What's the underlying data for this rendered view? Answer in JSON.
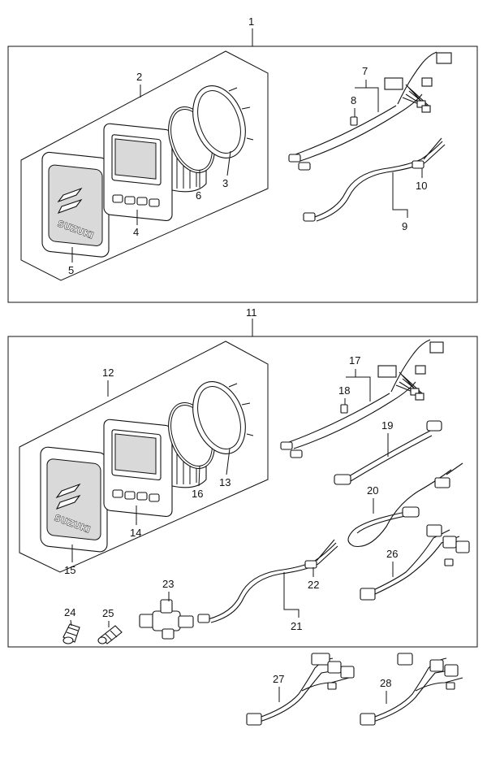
{
  "labels": {
    "l1": "1",
    "l2": "2",
    "l3": "3",
    "l4": "4",
    "l5": "5",
    "l6": "6",
    "l7": "7",
    "l8": "8",
    "l9": "9",
    "l10": "10",
    "l11": "11",
    "l12": "12",
    "l13": "13",
    "l14": "14",
    "l15": "15",
    "l16": "16",
    "l17": "17",
    "l18": "18",
    "l19": "19",
    "l20": "20",
    "l21": "21",
    "l22": "22",
    "l23": "23",
    "l24": "24",
    "l25": "25",
    "l26": "26",
    "l27": "27",
    "l28": "28"
  },
  "brand": "SUZUKI"
}
